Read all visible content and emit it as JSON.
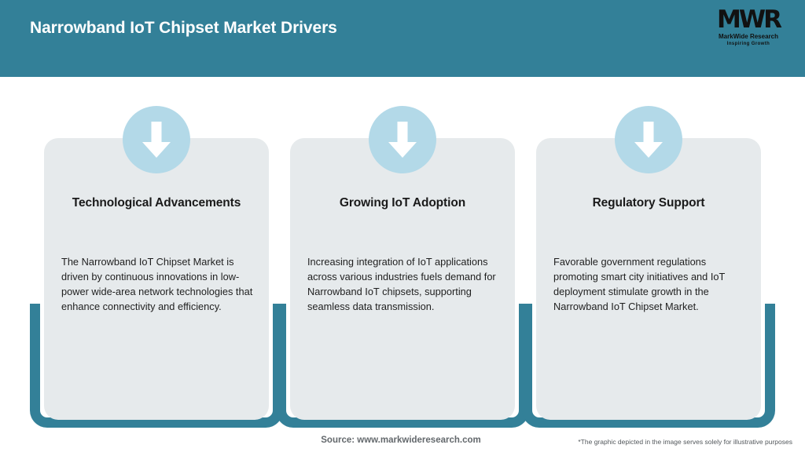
{
  "header": {
    "title": "Narrowband IoT Chipset Market Drivers",
    "band_color": "#338098",
    "logo": {
      "mark": "MWR",
      "name": "MarkWide Research",
      "tagline": "Inspiring Growth"
    }
  },
  "cards": [
    {
      "icon": "down-arrow-icon",
      "title": "Technological Advancements",
      "body": "The Narrowband IoT Chipset Market is driven by continuous innovations in low-power wide-area network technologies that enhance connectivity and efficiency."
    },
    {
      "icon": "down-arrow-icon",
      "title": "Growing IoT Adoption",
      "body": "Increasing integration of IoT applications across various industries fuels demand for Narrowband IoT chipsets, supporting seamless data transmission."
    },
    {
      "icon": "down-arrow-icon",
      "title": "Regulatory Support",
      "body": "Favorable government regulations promoting smart city initiatives and IoT deployment stimulate growth in the Narrowband IoT Chipset Market."
    }
  ],
  "footer": {
    "source": "Source: www.markwideresearch.com",
    "disclaimer": "*The graphic depicted in the image serves solely for illustrative purposes"
  },
  "colors": {
    "teal": "#338098",
    "panel_gray": "#e6eaec",
    "badge_blue": "#b3d9e8",
    "title_white": "#ffffff"
  }
}
